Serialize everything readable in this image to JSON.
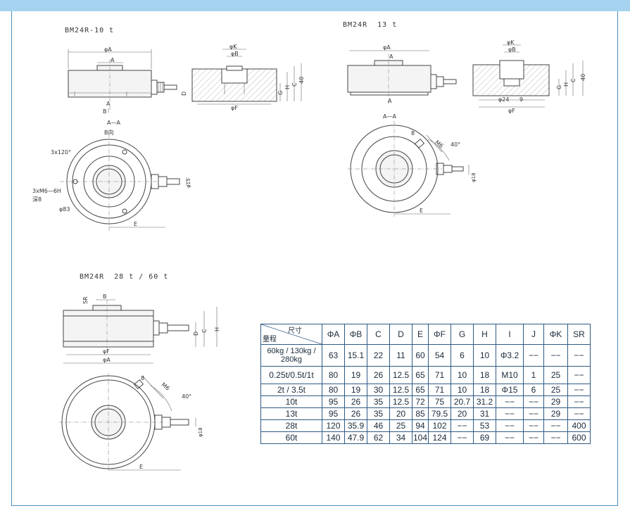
{
  "titles": {
    "m10": "BM24R-10 t",
    "m13": "BM24R  13 t",
    "m28": "BM24R  28 t / 60 t"
  },
  "labels": {
    "phiA": "φA",
    "phiB": "φB",
    "phiK": "φK",
    "phiF": "φF",
    "A": "A",
    "B": "B",
    "C": "C",
    "D": "D",
    "E": "E",
    "G": "G",
    "H": "H",
    "h40": "40",
    "sr": "SR",
    "section": "A—A",
    "b_dir": "B向",
    "holes120": "3x120°",
    "holes_m6": "3xM6—6H",
    "depth8": "深8",
    "phi83": "φ83",
    "phi15": "φ15",
    "phi18": "φ18",
    "phi24": "φ24",
    "n8": "8",
    "n9": "9",
    "m6": "M6",
    "deg40": "40°"
  },
  "table": {
    "corner_size": "尺寸",
    "corner_range": "量程",
    "headers": [
      "ΦA",
      "ΦB",
      "C",
      "D",
      "E",
      "ΦF",
      "G",
      "H",
      "I",
      "J",
      "ΦK",
      "SR"
    ],
    "rows": [
      {
        "range": "60kg / 130kg / 280kg",
        "cells": [
          "63",
          "15.1",
          "22",
          "11",
          "60",
          "54",
          "6",
          "10",
          "Φ3.2",
          "−−",
          "−−",
          "−−"
        ]
      },
      {
        "range": "0.25t/0.5t/1t",
        "cells": [
          "80",
          "19",
          "26",
          "12.5",
          "65",
          "71",
          "10",
          "18",
          "M10",
          "1",
          "25",
          "−−"
        ]
      },
      {
        "range": "2t / 3.5t",
        "cells": [
          "80",
          "19",
          "30",
          "12.5",
          "65",
          "71",
          "10",
          "18",
          "Φ15",
          "6",
          "25",
          "−−"
        ]
      },
      {
        "range": "10t",
        "cells": [
          "95",
          "26",
          "35",
          "12.5",
          "72",
          "75",
          "20.7",
          "31.2",
          "−−",
          "−−",
          "29",
          "−−"
        ]
      },
      {
        "range": "13t",
        "cells": [
          "95",
          "26",
          "35",
          "20",
          "85",
          "79.5",
          "20",
          "31",
          "−−",
          "−−",
          "29",
          "−−"
        ]
      },
      {
        "range": "28t",
        "cells": [
          "120",
          "35.9",
          "46",
          "25",
          "94",
          "102",
          "−−",
          "53",
          "−−",
          "−−",
          "−−",
          "400"
        ]
      },
      {
        "range": "60t",
        "cells": [
          "140",
          "47.9",
          "62",
          "34",
          "104",
          "124",
          "−−",
          "69",
          "−−",
          "−−",
          "−−",
          "600"
        ]
      }
    ]
  },
  "colors": {
    "banner": "#a5d2ee",
    "frame": "#4a8fbf",
    "table_border": "#2f5a84"
  }
}
